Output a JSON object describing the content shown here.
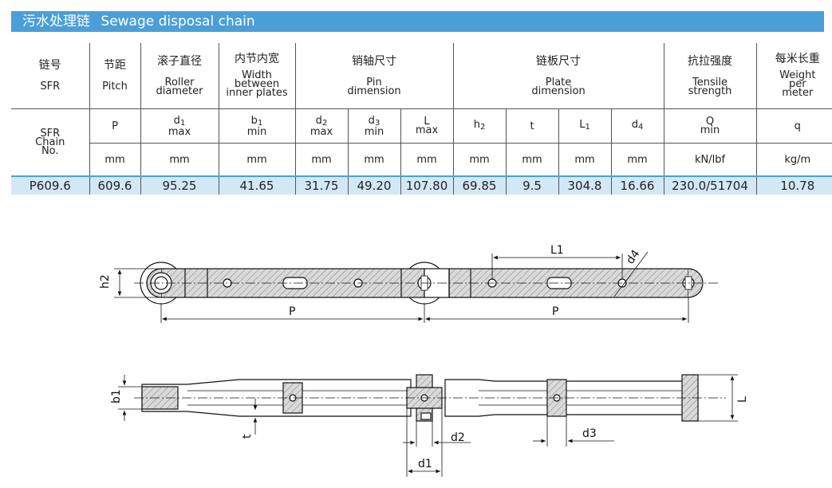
{
  "title": {
    "zh": "污水处理链",
    "en": "Sewage disposal chain"
  },
  "headers": {
    "chain_no": {
      "zh": "链号",
      "en": "SFR"
    },
    "pitch": {
      "zh": "节距",
      "en": "Pitch"
    },
    "roller": {
      "zh": "滚子直径",
      "en1": "Roller",
      "en2": "diameter"
    },
    "inner": {
      "zh": "内节内宽",
      "en1": "Width",
      "en2": "between",
      "en3": "inner plates"
    },
    "pin": {
      "zh": "销轴尺寸",
      "en1": "Pin",
      "en2": "dimension"
    },
    "plate": {
      "zh": "链板尺寸",
      "en1": "Plate",
      "en2": "dimension"
    },
    "tensile": {
      "zh": "抗拉强度",
      "en1": "Tensile",
      "en2": "strength"
    },
    "weight": {
      "zh": "每米长重",
      "en1": "Weight",
      "en2": "per",
      "en3": "meter"
    }
  },
  "symbols": {
    "chain_no": [
      "SFR",
      "Chain",
      "No."
    ],
    "pitch": "P",
    "d1": {
      "sym": "d",
      "sub": "1",
      "q": "max"
    },
    "b1": {
      "sym": "b",
      "sub": "1",
      "q": "min"
    },
    "d2": {
      "sym": "d",
      "sub": "2",
      "q": "max"
    },
    "d3": {
      "sym": "d",
      "sub": "3",
      "q": "min"
    },
    "L": {
      "sym": "L",
      "q": "max"
    },
    "h2": {
      "sym": "h",
      "sub": "2"
    },
    "t": "t",
    "L1": {
      "sym": "L",
      "sub": "1"
    },
    "d4": {
      "sym": "d",
      "sub": "4"
    },
    "Q": {
      "sym": "Q",
      "q": "min"
    },
    "q": "q"
  },
  "units": [
    "mm",
    "mm",
    "mm",
    "mm",
    "mm",
    "mm",
    "mm",
    "mm",
    "mm",
    "mm",
    "kN/lbf",
    "kg/m"
  ],
  "rows": [
    {
      "chain_no": "P609.6",
      "values": [
        "609.6",
        "95.25",
        "41.65",
        "31.75",
        "49.20",
        "107.80",
        "69.85",
        "9.5",
        "304.8",
        "16.66",
        "230.0/51704",
        "10.78"
      ]
    }
  ],
  "drawing": {
    "top_labels": {
      "h2": "h2",
      "P_left": "P",
      "P_right": "P",
      "L1": "L1",
      "d4": "d4"
    },
    "bottom_labels": {
      "b1": "b1",
      "t": "t",
      "d2": "d2",
      "d1": "d1",
      "d3": "d3",
      "L": "L"
    }
  }
}
